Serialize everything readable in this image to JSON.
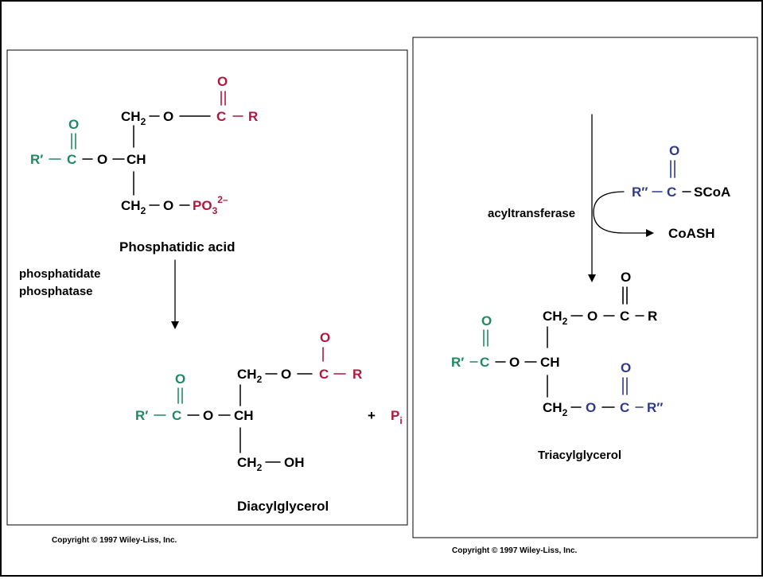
{
  "colors": {
    "green": "#1f8a62",
    "red": "#b0173f",
    "blue": "#2e3a8c",
    "black": "#000000"
  },
  "left_panel": {
    "compound1": {
      "o_top": "O",
      "ch2": "CH",
      "sub2": "2",
      "o": "O",
      "c": "C",
      "r": "R",
      "o_left": "O",
      "r_prime": "R′",
      "c_left": "C",
      "o_mid": "O",
      "ch": "CH",
      "ch2b": "CH",
      "sub2b": "2",
      "o_b": "O",
      "po": "PO",
      "sub3": "3",
      "charge": "2–",
      "name": "Phosphatidic acid"
    },
    "enzyme_line1": "phosphatidate",
    "enzyme_line2": "phosphatase",
    "compound2": {
      "o_top": "O",
      "ch2": "CH",
      "sub2": "2",
      "o": "O",
      "c": "C",
      "r": "R",
      "o_left": "O",
      "r_prime": "R′",
      "c_left": "C",
      "o_mid": "O",
      "ch": "CH",
      "ch2b": "CH",
      "sub2b": "2",
      "oh": "OH",
      "name": "Diacylglycerol"
    },
    "plus": "+",
    "pi_p": "P",
    "pi_sub": "i",
    "copyright": "Copyright © 1997 Wiley-Liss, Inc."
  },
  "right_panel": {
    "enzyme": "acyltransferase",
    "reagent": {
      "o": "O",
      "r2": "R″",
      "c": "C",
      "scoa": "SCoA"
    },
    "product_side": "CoASH",
    "compound3": {
      "o_top": "O",
      "ch2": "CH",
      "sub2": "2",
      "o": "O",
      "c": "C",
      "r": "R",
      "o_left": "O",
      "r_prime": "R′",
      "c_left": "C",
      "o_mid": "O",
      "ch": "CH",
      "o_top2": "O",
      "ch2b": "CH",
      "sub2b": "2",
      "o_b": "O",
      "c_b": "C",
      "r2": "R″",
      "name": "Triacylglycerol"
    },
    "copyright": "Copyright © 1997 Wiley-Liss, Inc."
  }
}
